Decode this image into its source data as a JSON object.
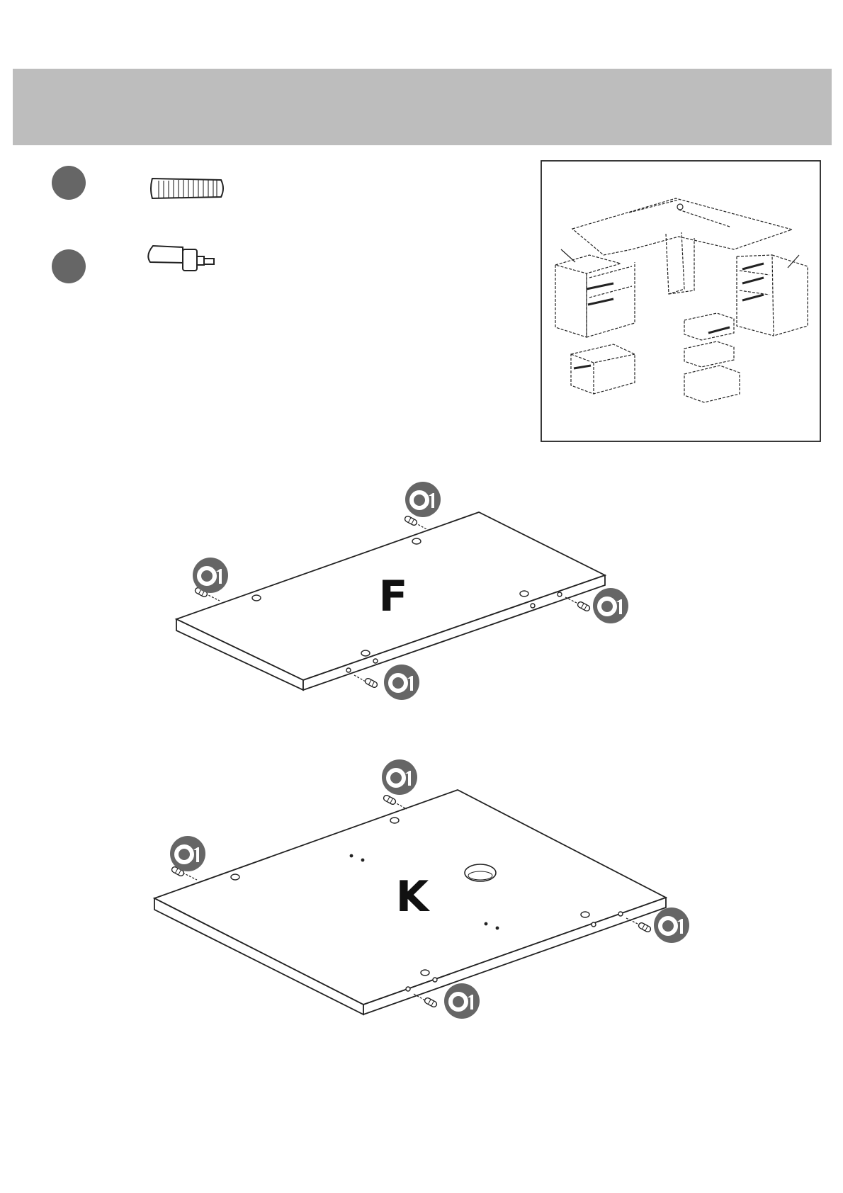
{
  "colors": {
    "header_band": "#bdbdbd",
    "badge": "#666666",
    "line": "#222222",
    "paper": "#ffffff"
  },
  "parts_list": [
    {
      "icon": "fluted-dowel-icon"
    },
    {
      "icon": "cam-bolt-icon"
    }
  ],
  "overview_icon": "desk-assembly-overview-icon",
  "panels": [
    {
      "label": "F",
      "hardware_badge": "01"
    },
    {
      "label": "K",
      "hardware_badge": "01"
    }
  ]
}
